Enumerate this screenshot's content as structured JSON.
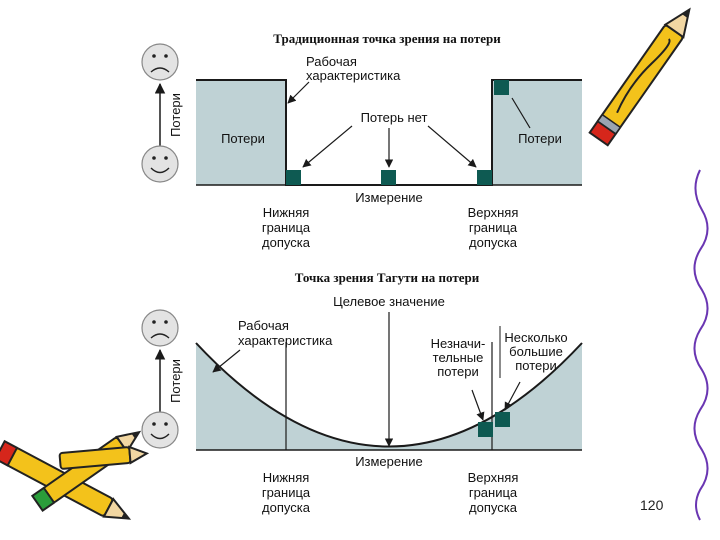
{
  "colors": {
    "region_fill": "#bfd2d5",
    "marker_fill": "#0e5a52",
    "line": "#1a1a1a",
    "pencil_yellow": "#f3c21b",
    "pencil_red": "#d6261b",
    "wavy_line": "#6a36b2"
  },
  "top_diagram": {
    "title": "Традиционная точка зрения на потери",
    "axis_label": "Потери",
    "curve_label": "Рабочая\nхарактеристика",
    "left_region_label": "Потери",
    "right_region_label": "Потери",
    "no_loss_label": "Потерь нет",
    "x_axis_label": "Измерение",
    "lower_limit_label": "Нижняя\nграница\nдопуска",
    "upper_limit_label": "Верхняя\nграница\nдопуска",
    "faces": [
      "sad-face",
      "happy-face"
    ]
  },
  "bottom_diagram": {
    "title": "Точка зрения Тагути на потери",
    "target_label": "Целевое значение",
    "axis_label": "Потери",
    "curve_label": "Рабочая\nхарактеристика",
    "minor_loss_label": "Незначи-\nтельные\nпотери",
    "larger_loss_label": "Несколько\nбольшие\nпотери",
    "x_axis_label": "Измерение",
    "lower_limit_label": "Нижняя\nграница\nдопуска",
    "upper_limit_label": "Верхняя\nграница\nдопуска",
    "faces": [
      "sad-face",
      "happy-face"
    ]
  },
  "page_number": "120"
}
